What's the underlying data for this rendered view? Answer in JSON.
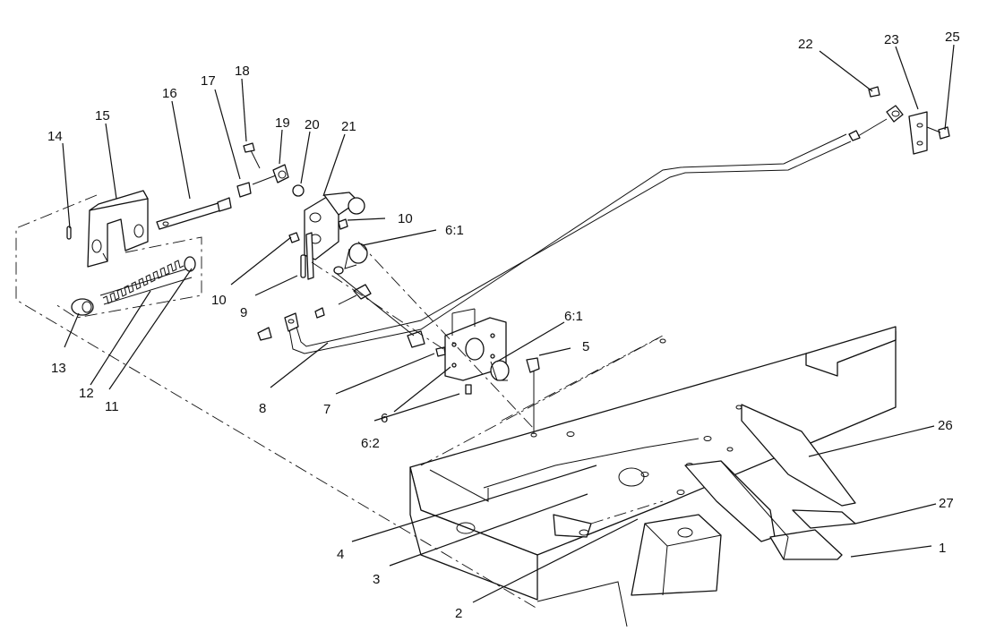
{
  "callouts": [
    {
      "id": "c1",
      "text": "1"
    },
    {
      "id": "c2",
      "text": "2"
    },
    {
      "id": "c3",
      "text": "3"
    },
    {
      "id": "c4",
      "text": "4"
    },
    {
      "id": "c5",
      "text": "5"
    },
    {
      "id": "c6",
      "text": "6"
    },
    {
      "id": "c6_1a",
      "text": "6:1"
    },
    {
      "id": "c6_1b",
      "text": "6:1"
    },
    {
      "id": "c6_2",
      "text": "6:2"
    },
    {
      "id": "c7",
      "text": "7"
    },
    {
      "id": "c8",
      "text": "8"
    },
    {
      "id": "c9",
      "text": "9"
    },
    {
      "id": "c10a",
      "text": "10"
    },
    {
      "id": "c10b",
      "text": "10"
    },
    {
      "id": "c11",
      "text": "11"
    },
    {
      "id": "c12",
      "text": "12"
    },
    {
      "id": "c13",
      "text": "13"
    },
    {
      "id": "c14",
      "text": "14"
    },
    {
      "id": "c15",
      "text": "15"
    },
    {
      "id": "c16",
      "text": "16"
    },
    {
      "id": "c17",
      "text": "17"
    },
    {
      "id": "c18",
      "text": "18"
    },
    {
      "id": "c19",
      "text": "19"
    },
    {
      "id": "c20",
      "text": "20"
    },
    {
      "id": "c21",
      "text": "21"
    },
    {
      "id": "c22",
      "text": "22"
    },
    {
      "id": "c23",
      "text": "23"
    },
    {
      "id": "c25",
      "text": "25"
    },
    {
      "id": "c26",
      "text": "26"
    },
    {
      "id": "c27",
      "text": "27"
    }
  ]
}
